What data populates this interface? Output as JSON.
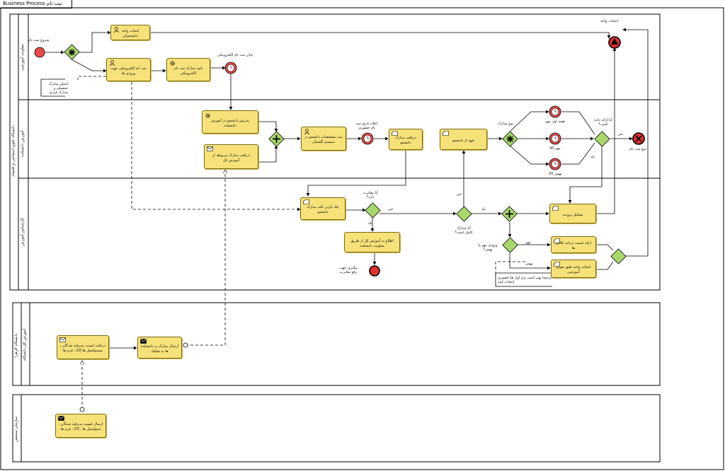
{
  "tab": {
    "title": "Business Process تبت نام"
  },
  "pools": [
    {
      "name": "دانشکاه علوم اجتماعی و اقتصاد",
      "lanes": [
        "معاونت آموزشی",
        "آموزش دانشکده",
        "کارشناس آموزش"
      ]
    },
    {
      "name": "دانشکاه الزهرا",
      "lanes": [
        "آموزش کل دانشکاه"
      ]
    },
    {
      "name": "سازمان سنجش",
      "lanes": []
    }
  ],
  "tasks": {
    "t1": "انتخاب واحد دانشجویان",
    "t2": "ثبت نام الکترونیکی جهت ورودی ها",
    "t3": "تایید مدارک ثبت نام الکترونیکی",
    "t4": "پذیرش دانشجو در آموزش دانشکده",
    "t5": "دریافت مدارک مربوطه از آموزش کل",
    "t6": "ثبت مشخصات دانشجو در سیستم گلستان",
    "t7": "دریافت مدارک دانشجو",
    "t8": "تعهد از دانشجو",
    "t9": "چک کردن کلیه مدارک دانشجو",
    "t10": "اطلاع به آموزش کل از طریق معاونت دانشکده",
    "t11": "تشکیل پرونده",
    "t12": "ارائه لیست برنامه کلاس ها",
    "t13": "انتخاب واحد طبق تقویم آموزشی",
    "t14": "دریافت لیست پذیرفته شدگان ، فرم ها ، CD مستولحمل ها",
    "t15": "ارسال مدارک به دانشکده ها به تفکیک",
    "t16": "ارسال لیست پذیرفته شدگان ، فرم ها ، CD ، ستولحمل ها"
  },
  "labels": {
    "start": "شروع ثبت نام",
    "timer1": "پایان ثبت نام الکترونیکی",
    "timer2": "اعلام تاریخ ثبت نام حضوری",
    "note1": "اسکن مدارک تحصیلی و مدارک فردی",
    "gw_doc_type": "نوع مدارک",
    "timer_first": "هفته اول مهر",
    "timer_mehr30": "مهر 30",
    "timer_bahman20": "بهمن 20",
    "gw_q_submit": "آیا ارائه داده است؟",
    "yes": "بله",
    "no": "خیر",
    "end_stop": "منع ثبت نام",
    "end_top": "انتخاب واحد",
    "gw_q_deficit": "آیا مغایرت دارد؟",
    "gw_q_complete": "آیا مدارک کامل است؟",
    "end_follow": "پیگیری جهت رفع مغایرت",
    "gw_q_entry": "ورودی مهر یا بهمن؟",
    "mehr": "مهر",
    "bahman": "بهمن",
    "note2": "ترجیحا بهتر است ترم اول ها حضوری انتخاب کنند"
  },
  "colors": {
    "task_fill": "#f7e27a",
    "gateway_fill": "#a8d86b",
    "start_fill": "#e84a4a",
    "end_fill": "#e03030"
  }
}
